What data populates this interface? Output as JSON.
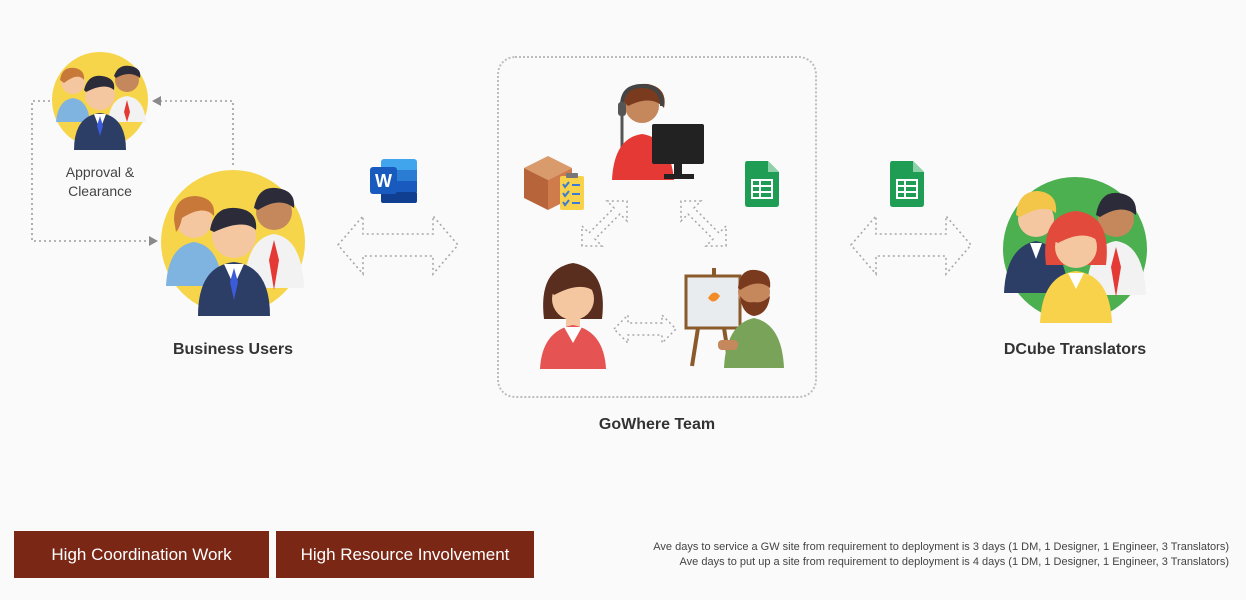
{
  "groups": {
    "business_users": "Business Users",
    "gowhere_team": "GoWhere Team",
    "dcube_translators": "DCube Translators",
    "approval": [
      "Approval &",
      "Clearance"
    ]
  },
  "tags": {
    "coordination": "High Coordination Work",
    "resource": "High Resource Involvement"
  },
  "notes": [
    "Ave days to service a GW site from requirement to deployment is 3 days (1 DM, 1 Designer, 1 Engineer, 3 Translators)",
    "Ave days to put up a site from requirement to deployment is 4 days (1 DM, 1 Designer, 1 Engineer, 3 Translators)"
  ],
  "icons": {
    "word_letter": "W",
    "colors": {
      "word": "#2b579a",
      "sheets": "#1f9d55",
      "tag_bg": "#7a2716",
      "yellow": "#f6d54a",
      "green": "#4caf50"
    }
  }
}
